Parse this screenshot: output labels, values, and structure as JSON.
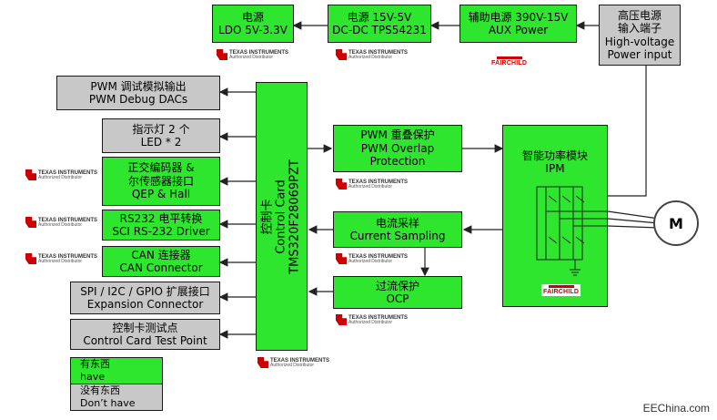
{
  "blocks": {
    "ldo": {
      "line1": "电源",
      "line2": "LDO 5V-3.3V"
    },
    "dcdc": {
      "line1": "电源 15V-5V",
      "line2": "DC-DC TPS54231"
    },
    "aux": {
      "line1": "辅助电源 390V-15V",
      "line2": "AUX Power"
    },
    "hv_input": {
      "line1": "高压电源",
      "line2": "输入端子",
      "line3": "High-voltage",
      "line4": "Power input"
    },
    "pwm_dacs": {
      "line1": "PWM 调试模拟输出",
      "line2": "PWM Debug DACs"
    },
    "led": {
      "line1": "指示灯 2 个",
      "line2": "LED * 2"
    },
    "qep": {
      "line1": "正交编码器 &",
      "line2": "尔传感器接口",
      "line3": "QEP & Hall"
    },
    "sci": {
      "line1": "RS232 电平转换",
      "line2": "SCI RS-232 Driver"
    },
    "can": {
      "line1": "CAN 连接器",
      "line2": "CAN Connector"
    },
    "expansion": {
      "line1": "SPI / I2C / GPIO 扩展接口",
      "line2": "Expansion Connector"
    },
    "testpoint": {
      "line1": "控制卡测试点",
      "line2": "Control Card Test Point"
    },
    "control_card": {
      "line1": "控制卡",
      "line2": "Control Card",
      "line3": "TMS320F28069PZT"
    },
    "pwm_overlap": {
      "line1": "PWM 重叠保护",
      "line2": "PWM Overlap",
      "line3": "Protection"
    },
    "current_sampling": {
      "line1": "电流采样",
      "line2": "Current Sampling"
    },
    "ocp": {
      "line1": "过流保护",
      "line2": "OCP"
    },
    "ipm": {
      "line1": "智能功率模块",
      "line2": "IPM"
    }
  },
  "motor_label": "M",
  "legend": {
    "have": {
      "line1": "有东西",
      "line2": "have"
    },
    "dont_have": {
      "line1": "没有东西",
      "line2": "Don’t have"
    }
  },
  "logos": {
    "ti_name": "TEXAS INSTRUMENTS",
    "ti_sub": "Authorized Distributor",
    "fairchild": "FAIRCHILD"
  },
  "watermark": "EEChina.com",
  "colors": {
    "have": "#2ee62e",
    "dont_have": "#c8c8c8",
    "ti_red": "#cc0000",
    "fairchild_red": "#d00000"
  }
}
